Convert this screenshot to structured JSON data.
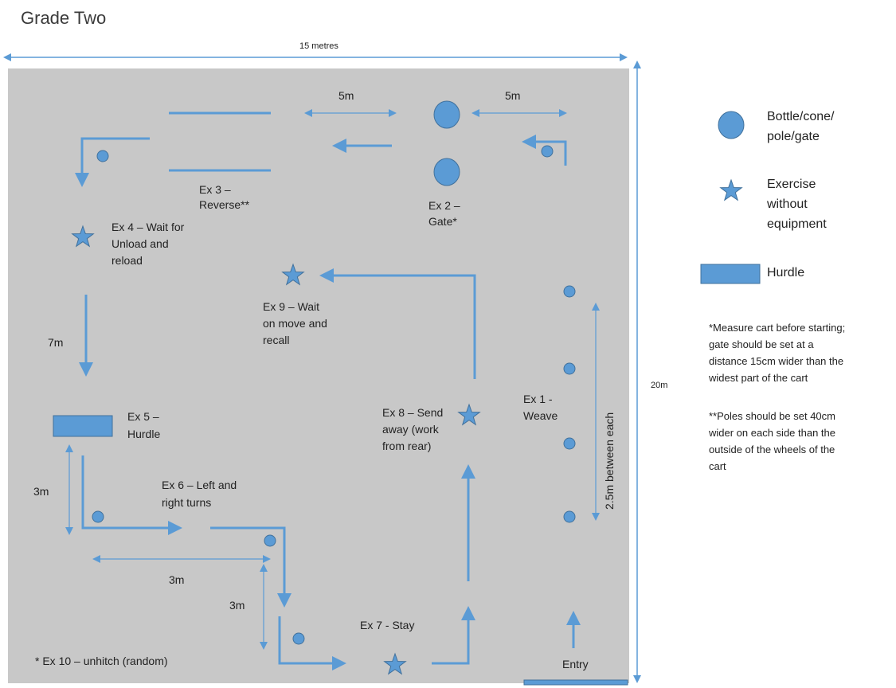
{
  "title": "Grade Two",
  "dimensions": {
    "width_label": "15 metres",
    "height_label": "20m",
    "weave_spacing": "2.5m between each",
    "d5m_a": "5m",
    "d5m_b": "5m",
    "d7m": "7m",
    "d3m_a": "3m",
    "d3m_b": "3m",
    "d3m_c": "3m"
  },
  "exercises": {
    "ex1": [
      "Ex 1  -",
      "Weave"
    ],
    "ex2": [
      "Ex 2 –",
      "Gate*"
    ],
    "ex3": [
      "Ex 3 –",
      "Reverse**"
    ],
    "ex4": [
      "Ex 4 – Wait for",
      "Unload and",
      "reload"
    ],
    "ex5": [
      "Ex 5 –",
      "Hurdle"
    ],
    "ex6": [
      "Ex 6  – Left and",
      "right turns"
    ],
    "ex7": "Ex 7 - Stay",
    "ex8": [
      "Ex 8  – Send",
      "away (work",
      "from rear)"
    ],
    "ex9": [
      "Ex 9  – Wait",
      "on move and",
      "recall"
    ],
    "ex10": "* Ex 10 – unhitch (random)",
    "entry": "Entry"
  },
  "legend": {
    "cone": [
      "Bottle/cone/",
      "pole/gate"
    ],
    "star": [
      "Exercise",
      "without",
      "equipment"
    ],
    "hurdle": "Hurdle"
  },
  "notes": {
    "note1": [
      "*Measure cart before starting;",
      "gate should be set at a",
      "distance 15cm wider than the",
      "widest part of the cart"
    ],
    "note2": [
      "**Poles should be set 40cm",
      "wider on each side than the",
      "outside of the wheels of the",
      "cart"
    ]
  },
  "colors": {
    "arena": "#c8c8c8",
    "accent": "#5b9bd5",
    "accent_dark": "#41719c"
  }
}
